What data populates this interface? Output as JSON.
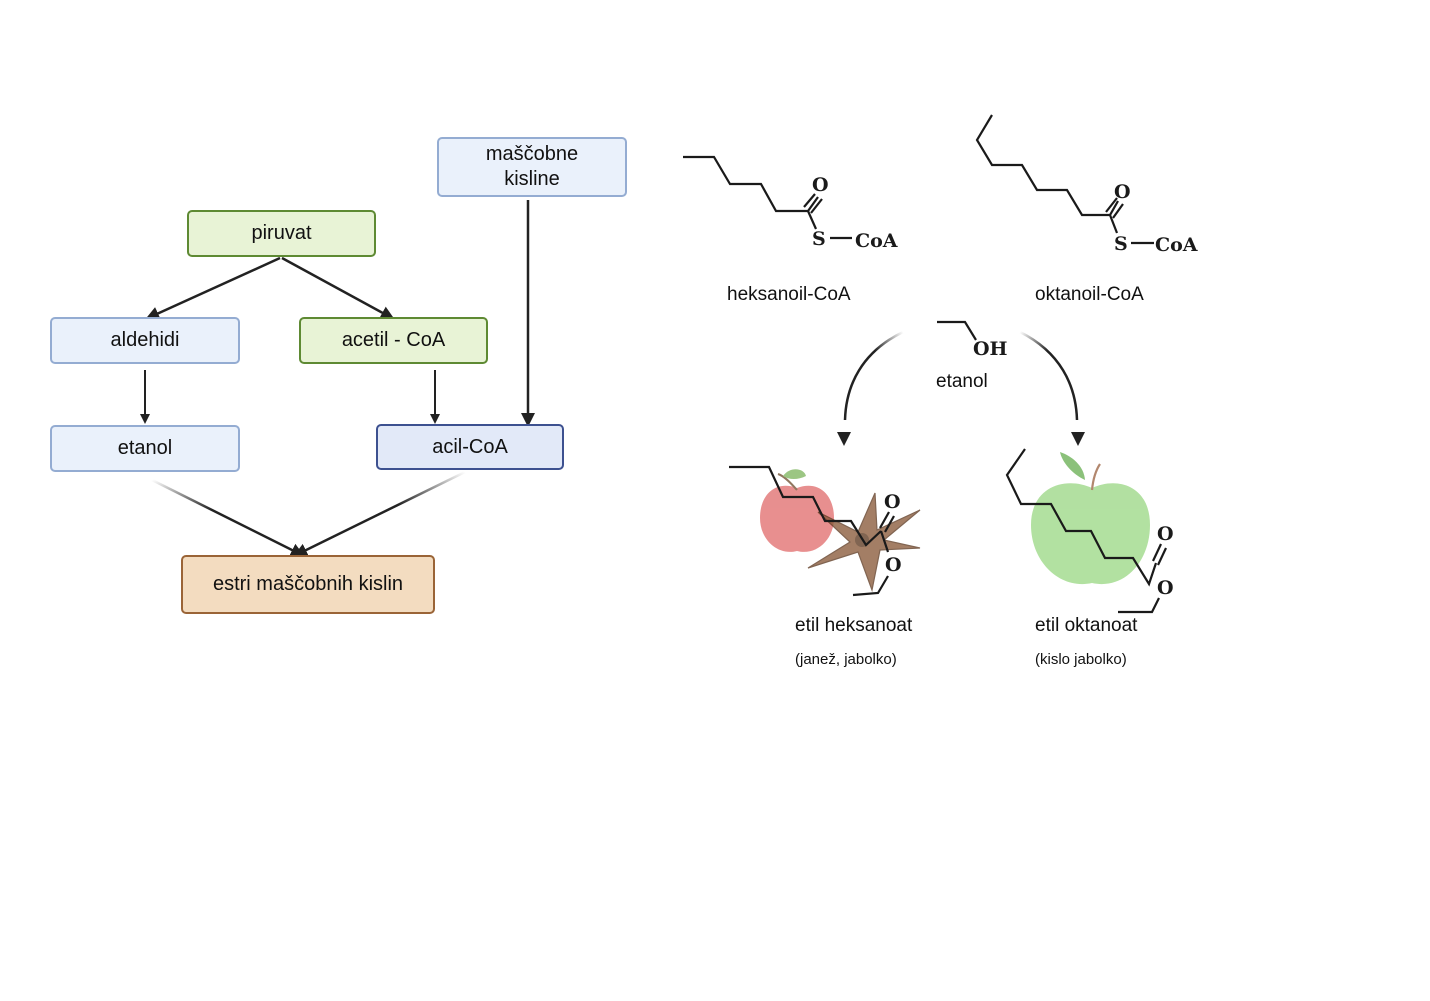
{
  "flow": {
    "masc_kisline_line1": "maščobne",
    "masc_kisline_line2": "kisline",
    "piruvat": "piruvat",
    "aldehidi": "aldehidi",
    "acetil_coa": "acetil - CoA",
    "etanol": "etanol",
    "acil_coa": "acil-CoA",
    "estri": "estri maščobnih kislin"
  },
  "reaction": {
    "heksanoil_coa": "heksanoil-CoA",
    "oktanoil_coa": "oktanoil-CoA",
    "etanol": "etanol",
    "etil_heksanoat": "etil heksanoat",
    "etil_heksanoat_note": "(janež, jabolko)",
    "etil_oktanoat": "etil oktanoat",
    "etil_oktanoat_note": "(kislo jabolko)"
  },
  "atoms": {
    "oxygen": "O",
    "sulfur": "S",
    "coa": "CoA",
    "oh": "OH"
  },
  "colors": {
    "blue_fill": "#eaf1fb",
    "green_fill": "#e8f3d6",
    "acyl_fill": "#e2e9f8",
    "ester_fill": "#f3dcc0",
    "red_apple": "#e06a6a",
    "green_apple": "#9fd98a",
    "star_anise": "#8a5a3a"
  },
  "icons": [
    "red-apple-icon",
    "star-anise-icon",
    "green-apple-icon"
  ]
}
